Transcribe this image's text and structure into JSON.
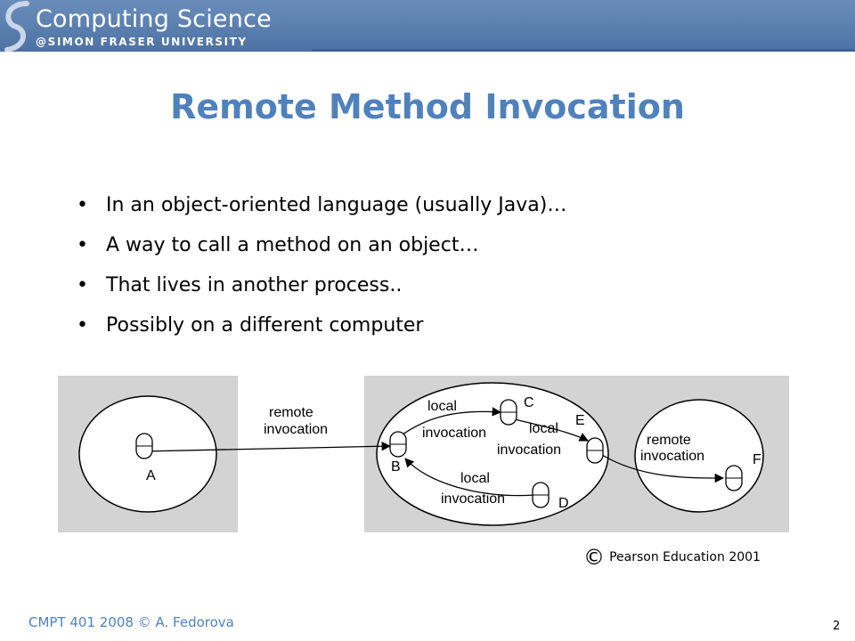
{
  "header": {
    "title": "Computing Science",
    "subtitle": "@SIMON FRASER UNIVERSITY",
    "band_color": "#5b7fad"
  },
  "slide": {
    "title": "Remote Method Invocation",
    "bullets": [
      "In an object-oriented language (usually Java)…",
      "A way to call a method on an object…",
      "That lives in another process..",
      "Possibly on a different computer"
    ]
  },
  "diagram": {
    "panel_color": "#d3d3d3",
    "labels": {
      "remote_invocation_1": [
        "remote",
        "invocation"
      ],
      "local_invocation_1": [
        "local",
        "invocation"
      ],
      "local_invocation_2": [
        "local",
        "invocation"
      ],
      "local_invocation_3": [
        "local",
        "invocation"
      ],
      "remote_invocation_2": [
        "remote",
        "invocation"
      ]
    },
    "objects": [
      "A",
      "B",
      "C",
      "D",
      "E",
      "F"
    ]
  },
  "copyright": {
    "symbol": "©",
    "text": "Pearson Education 2001"
  },
  "footer": {
    "left": "CMPT 401 2008 © A. Fedorova",
    "page": "2"
  },
  "colors": {
    "title": "#4f81bd",
    "footer": "#4f81bd"
  }
}
